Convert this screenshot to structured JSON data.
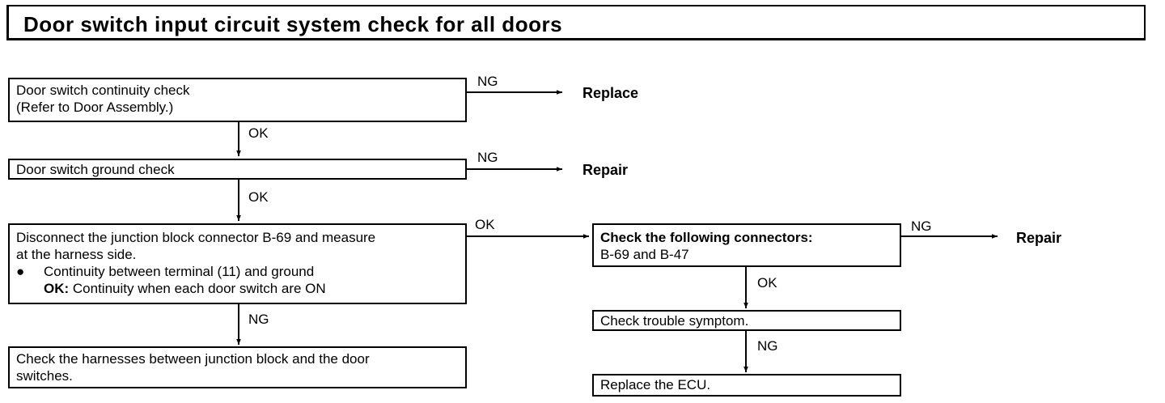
{
  "title": "Door switch input circuit system check for all doors",
  "steps": {
    "continuity": {
      "line1": "Door switch continuity check",
      "line2": "(Refer to Door Assembly.)"
    },
    "ground": {
      "text": "Door switch ground check"
    },
    "disconnect": {
      "line1": "Disconnect the junction block connector B-69 and measure",
      "line2": "at the harness side.",
      "bullet_text": "Continuity between terminal (11) and ground",
      "ok_label": "OK:",
      "ok_text": " Continuity when each door switch are ON"
    },
    "harness": {
      "line1": "Check the harnesses between junction block and the door",
      "line2": "switches."
    },
    "connectors": {
      "line1": "Check the following connectors:",
      "line2": "B-69 and B-47"
    },
    "symptom": {
      "text": "Check trouble symptom."
    },
    "ecu": {
      "text": "Replace the ECU."
    }
  },
  "labels": {
    "ng1": "NG",
    "ok1": "OK",
    "ng2": "NG",
    "ok2": "OK",
    "ok3": "OK",
    "ng3": "NG",
    "ng4": "NG",
    "ok4": "OK",
    "ng5": "NG"
  },
  "outcomes": {
    "replace": "Replace",
    "repair1": "Repair",
    "repair2": "Repair"
  }
}
